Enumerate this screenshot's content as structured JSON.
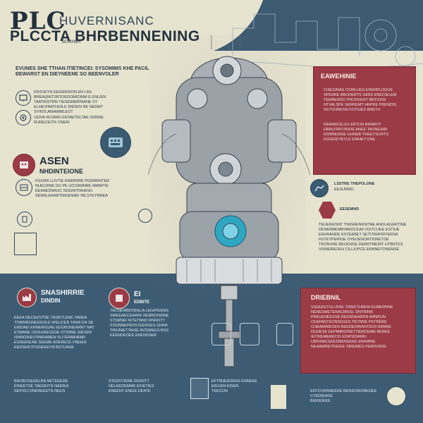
{
  "header": {
    "title": "PLC",
    "title_side": "HUVERNISANC",
    "subtitle": "PLCCTA BHRBENNENING",
    "small": "BOMHBH"
  },
  "intro": {
    "text": "EVUNES SHE TTHAN ITIETINCEI: SYSOMIMS KHE PACIL BEWARST EN DIEYNEENE SO BEENVOLER"
  },
  "left_items": [
    {
      "text": "KRSVEYN EEGNRSION EN LAS BREAQNITSRTOEDOMIOINM E ENLIEN TAATRISTRN TIEGERBIRNIANE SY ELHEVINATHOILE WIDIEN RE NEDEP SYINTLANIAMMLEOT"
    },
    {
      "text": "CEIVA ROSMN GNTAETELTAE SONNE RURECEITR CNERI"
    },
    {
      "text": "FGOAR LUVTIE ENERNRE PGDRRNTER NUECRNE DO PE UCOAMNRE IMAMTIE EEAAEDNAOC NOGNITMHASH SENNLERANTIMSENIMI TALSTEYNREA"
    }
  ],
  "left_heading": {
    "big": "ASEN",
    "sub": "NHDINTEIONE"
  },
  "right_panel_1": {
    "title": "EAWEHINIE",
    "lines": [
      "CISESINAS ITORLUES ERENPLOOUE",
      "SPEARE ABODERTS SANS ENECIELEM",
      "TEMAERDO PROVEENT BRTIONS",
      "NTVALSPE SERREMT HEPRE PRENDSI",
      "SSTOORESN EOTIUES BRETH",
      "EBAANCELES ERTON BRNBOT",
      "EBRUITATORIOE ANEE TAONEIAM",
      "ESNINUNSE GHNEB YNEEYSUNTS",
      "EGGEIEYETLE ENIHEY ENE"
    ]
  },
  "right_mid": {
    "line1": "LSSTRE THEPOLONE",
    "line2": "EESURMO",
    "label": "EESEMND",
    "lines": [
      "TEUEKEISNT TNIGRENRSITAE ANOLAGERTINE",
      "DENERBENRVANOCIUM VOITCUEE ESTIUE",
      "ENVRANDE ESTEEBET SETITRIATRYERSA",
      "RSTETPERIOE OYEOENORTIORETDE",
      "TRONVNE BEOIGIDE DERRTMEINT HTBNTES",
      "VISNEREOEH CILLIUPCE EKMNETONEMSE"
    ]
  },
  "bottom_left": {
    "title": "SNASHIRRIE",
    "sub": "DINDIN",
    "lines": [
      "EEEA OECEESTNE TRDETLENE TAREA",
      "TOWNRONEEESILE WELICER TANN EN SE",
      "EWDAEI ERNEREGAE EEGRONEARNT NAT",
      "ETMANE CRISURECEDE OTSIINE SIEUER",
      "ISNNORIEITRMSAMEN SLITERMHAMR",
      "ESSEENLNE SEEME ADERECE FBEIEA",
      "EEDSER RTENEEEYN BSTUASE"
    ]
  },
  "bottom_mid": {
    "title": "EI",
    "sub": "EDBITE",
    "lines": [
      "TECNEMBDOEELA LEGATEENS",
      "SWEEAECEAAFE REBROISRNE",
      "STSRNEI NITETNNO RNROTT",
      "STEINNEPEDSTEERSES SHNN",
      "TRIUNIETTAISE INTEMEES BSS",
      "EEENDEOEE ENENSSER"
    ]
  },
  "right_panel_2": {
    "title": "DRIEBNIL",
    "lines": [
      "SSEEEETOLLNSE TIREETHREM EUNERNNE",
      "NENESMETERACIBSSL ONTRINN",
      "PREUENEESSE REENDAARDN ARNRUN",
      "CEAPANTEONSEGES PETRNE PETRERE",
      "CHEAMNIEOEN NEEDEOIRANTEDS BANNE",
      "DLEIESE EEPMBRONETTIEROEME BEREE",
      "IEITREMERECIS EDATEDAREI",
      "UBIVNACEEEDRENSEEE ERINBNE",
      "NEAAMREITEEEIE SIRENIES FEADUNSE"
    ]
  },
  "footer": {
    "col1": [
      "BNOBOSEEELRA NETEEEDE",
      "ERIEETSE TAEDEITN NAIDEA",
      "SEPSCI DNEREEETN NEUS"
    ],
    "col2": [
      "STEDVTIENE ROIISTT",
      "NELEEDEMNR EIVETIES",
      "ENEENT ENEIE DEATE"
    ],
    "col3": [
      "EFTBNEEDENS ENNEEE",
      "EIEVEN EISEN",
      "TEECON"
    ],
    "col4": [
      "EFFCORNNEERE BENSOROMEDEE",
      "CYEDIEAGE",
      "BIEKEIEEE"
    ]
  },
  "colors": {
    "cream": "#e6e3cf",
    "navy": "#3d5c74",
    "red": "#9a3b45",
    "teal": "#2fa7c3",
    "ink": "#23303c"
  },
  "icons": [
    "monitor-icon",
    "gears-icon",
    "robot-icon",
    "keyboard-icon",
    "dial-icon",
    "device-icon",
    "factory-icon",
    "chip-icon",
    "server-icon",
    "robot-arm-icon"
  ]
}
